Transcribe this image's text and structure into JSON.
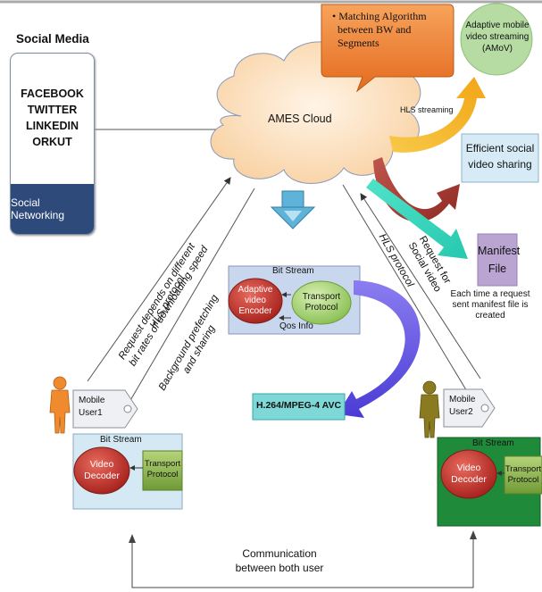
{
  "social_media": {
    "title": "Social Media",
    "networks": [
      "FACEBOOK",
      "TWITTER",
      "LINKEDIN",
      "ORKUT"
    ],
    "footer": "Social Networking"
  },
  "cloud": {
    "label": "AMES Cloud"
  },
  "callout": {
    "bullet": "•",
    "text_lines": [
      "Matching Algorithm",
      "between BW and",
      "Segments"
    ]
  },
  "amov": {
    "lines": [
      "Adaptive mobile",
      "video streaming",
      "(AMoV)"
    ]
  },
  "hls_streaming": "HLS streaming",
  "social_sharing": {
    "lines": [
      "Efficient social",
      "video sharing"
    ]
  },
  "manifest": {
    "box_lines": [
      "Manifest",
      "File"
    ],
    "note_lines": [
      "Each time a request",
      "sent manifest file is",
      "created"
    ]
  },
  "encoder_block": {
    "title": "Bit Stream",
    "encoder_lines": [
      "Adaptive",
      "video",
      "Encoder"
    ],
    "protocol_lines": [
      "Transport",
      "Protocol"
    ],
    "qos": "Qos Info"
  },
  "codec": "H.264/MPEG-4  AVC",
  "user1": {
    "tag_lines": [
      "Mobile",
      "User1"
    ],
    "block_title": "Bit Stream",
    "decoder_lines": [
      "Video",
      "Decoder"
    ],
    "protocol_lines": [
      "Transport",
      "Protocol"
    ]
  },
  "user2": {
    "tag_lines": [
      "Mobile",
      "User2"
    ],
    "block_title": "Bit Stream",
    "decoder_lines": [
      "Video",
      "Decoder"
    ],
    "protocol_lines": [
      "Transport",
      "Protocol"
    ]
  },
  "rotated_labels": {
    "request_bitrate": [
      "Request depends on different",
      "bit rates of downloading speed"
    ],
    "hls_left": "HLS protocol",
    "background": [
      "Background prefetching",
      "and sharing"
    ],
    "hls_right": "HLS protocol",
    "request_social": [
      "Request for",
      "Social video"
    ]
  },
  "communication": [
    "Communication",
    "between both user"
  ],
  "colors": {
    "cloud_fill": "#fde4c4",
    "callout": "#f07e2c",
    "amov_fill": "#b6dba3",
    "sharing_fill": "#d6ebf5",
    "manifest_fill": "#b9a4d2",
    "encoder_block": "#c9d7ee",
    "user1_block": "#d4e9f3",
    "user2_block": "#1f8a3a",
    "red_ellipse": "#c2362f",
    "green_ellipse": "#a6d36f",
    "protocol_box": "#8ab14a",
    "codec_box": "#7fd8d8",
    "social_footer": "#2d4a7a"
  }
}
